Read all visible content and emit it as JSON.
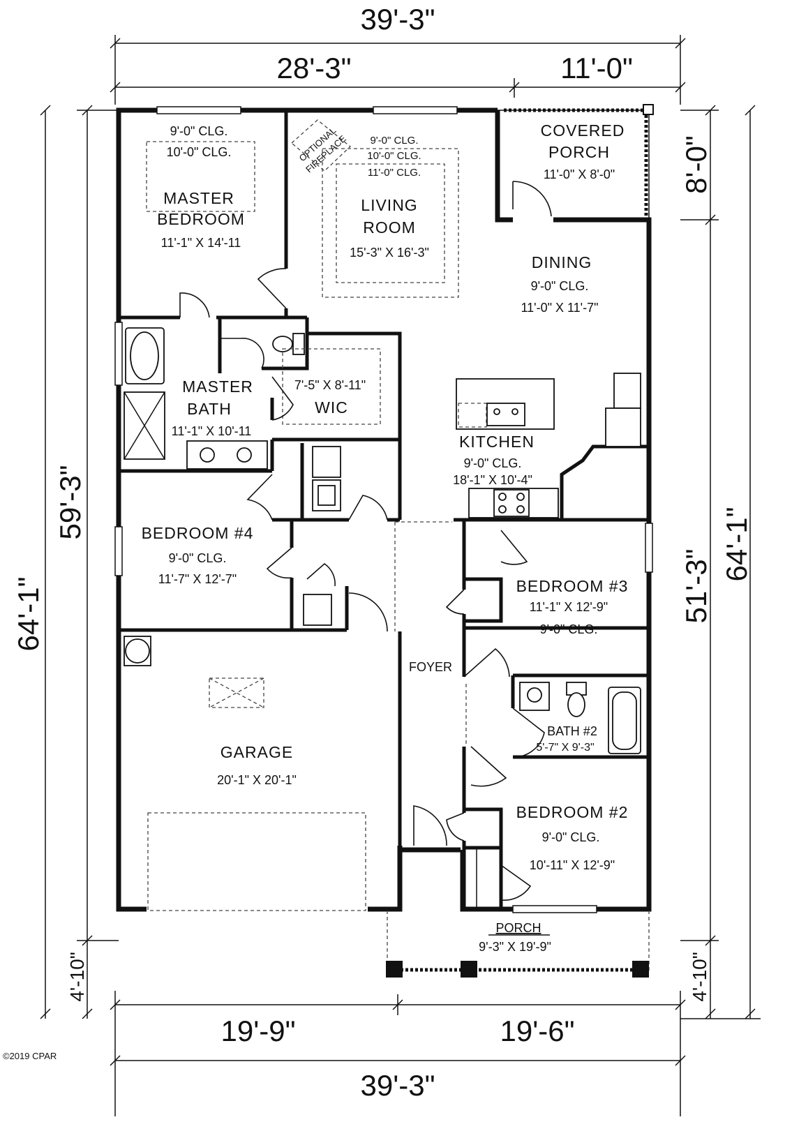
{
  "dimensions": {
    "top_total": "39'-3\"",
    "top_left": "28'-3\"",
    "top_right": "11'-0\"",
    "bottom_left": "19'-9\"",
    "bottom_right": "19'-6\"",
    "bottom_total": "39'-3\"",
    "left_outer": "64'-1\"",
    "left_inner": "59'-3\"",
    "left_porch": "4'-10\"",
    "right_outer": "64'-1\"",
    "right_inner": "51'-3\"",
    "right_covered": "8'-0\"",
    "right_porch": "4'-10\""
  },
  "rooms": {
    "master_bedroom": {
      "clg1": "9'-0\" CLG.",
      "clg2": "10'-0\" CLG.",
      "line1": "MASTER",
      "line2": "BEDROOM",
      "size": "11'-1\" X 14'-11"
    },
    "fireplace": {
      "line1": "OPTIONAL",
      "line2": "FIREPLACE"
    },
    "living_room": {
      "clg1": "9'-0\" CLG.",
      "clg2": "10'-0\" CLG.",
      "clg3": "11'-0\" CLG.",
      "line1": "LIVING",
      "line2": "ROOM",
      "size": "15'-3\" X 16'-3\""
    },
    "covered_porch": {
      "line1": "COVERED",
      "line2": "PORCH",
      "size": "11'-0\" X 8'-0\""
    },
    "dining": {
      "name": "DINING",
      "clg": "9'-0\" CLG.",
      "size": "11'-0\" X 11'-7\""
    },
    "master_bath": {
      "line1": "MASTER",
      "line2": "BATH",
      "size": "11'-1\" X 10'-11"
    },
    "wic": {
      "size": "7'-5\" X 8'-11\"",
      "name": "WIC"
    },
    "kitchen": {
      "name": "KITCHEN",
      "clg": "9'-0\" CLG.",
      "size": "18'-1\" X 10'-4\""
    },
    "bedroom4": {
      "name": "BEDROOM #4",
      "clg": "9'-0\" CLG.",
      "size": "11'-7\" X 12'-7\""
    },
    "bedroom3": {
      "name": "BEDROOM #3",
      "size": "11'-1\" X 12'-9\"",
      "clg": "9'-0\" CLG."
    },
    "foyer": {
      "name": "FOYER"
    },
    "bath2": {
      "name": "BATH #2",
      "size": "5'-7\" X 9'-3\""
    },
    "garage": {
      "name": "GARAGE",
      "size": "20'-1\" X 20'-1\""
    },
    "bedroom2": {
      "name": "BEDROOM #2",
      "clg": "9'-0\" CLG.",
      "size": "10'-11\" X 12'-9\""
    },
    "porch": {
      "name": "PORCH",
      "size": "9'-3\" X 19'-9\""
    }
  },
  "watermark": "©2019 CPAR"
}
